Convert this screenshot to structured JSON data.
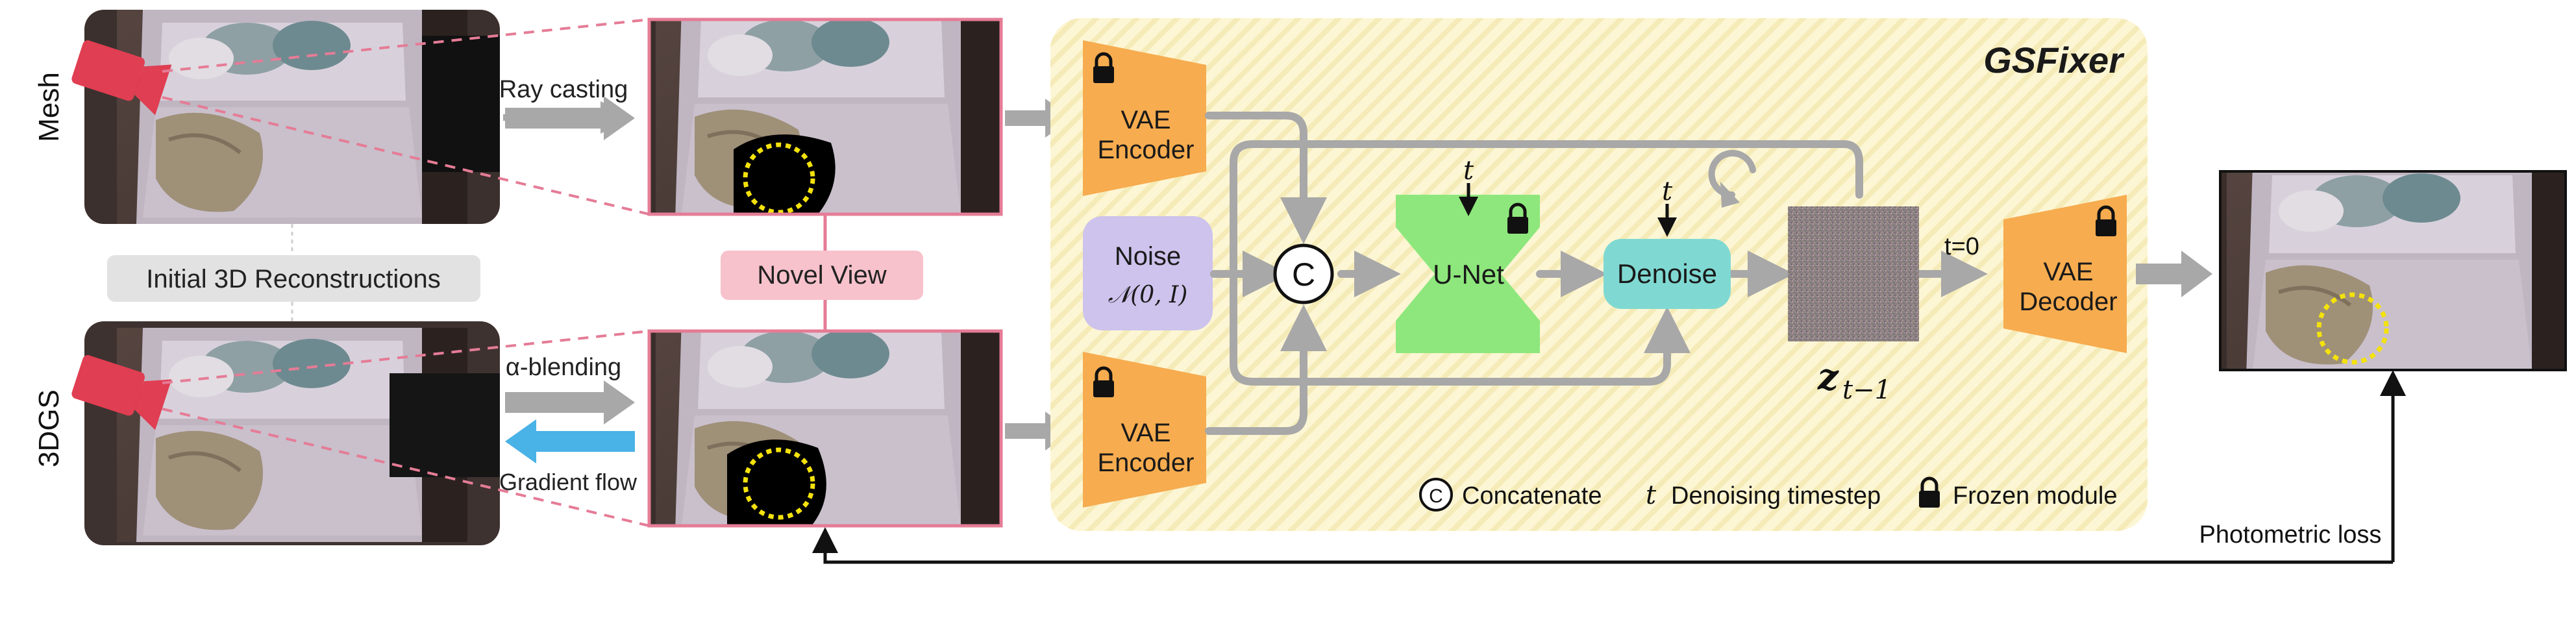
{
  "figure": {
    "panel_title": "GSFixer",
    "left": {
      "row_mesh_label": "Mesh",
      "row_3dgs_label": "3DGS",
      "section_label": "Initial 3D Reconstructions"
    },
    "middle": {
      "ray_casting": "Ray casting",
      "alpha_blending": "α-blending",
      "gradient_flow": "Gradient flow",
      "novel_view": "Novel View"
    },
    "pipeline": {
      "vae_encoder_top": [
        "VAE",
        "Encoder"
      ],
      "vae_encoder_bottom": [
        "VAE",
        "Encoder"
      ],
      "noise_label": "Noise",
      "noise_formula": "𝒩(0, I)",
      "concat_symbol": "C",
      "unet_label": "U-Net",
      "t_symbol": "t",
      "denoise_label": "Denoise",
      "latent_label": "z",
      "latent_sub": "t−1",
      "t_zero": "t=0",
      "vae_decoder": [
        "VAE",
        "Decoder"
      ]
    },
    "legend": {
      "concat_symbol": "C",
      "concatenate": "Concatenate",
      "t_symbol": "t",
      "denoising_timestep": "Denoising timestep",
      "frozen_module": "Frozen module"
    },
    "output": {
      "photometric_loss": "Photometric loss"
    },
    "colors": {
      "panel_fill": "#fdf6d4",
      "panel_stripe": "#f3e6a4",
      "vae": "#f7ac4f",
      "noise": "#cdc3ec",
      "unet": "#8ee77c",
      "denoise": "#7fd9d2",
      "novel_view_tag": "#f7c2cc",
      "section_tag": "#e2e2e2",
      "camera": "#e03e52",
      "gradient_arrow": "#49b2e6",
      "gray_arrow": "#a8a8a8",
      "dashed_pink": "#e57c96",
      "highlight_circle": "#f4e20c"
    }
  }
}
